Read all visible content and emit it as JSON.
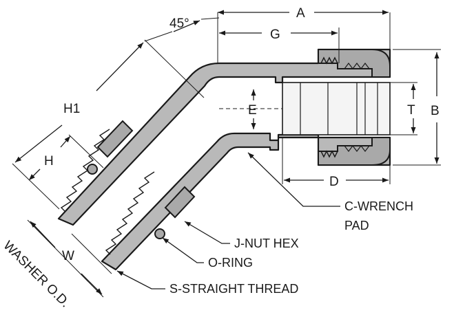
{
  "angle_label": "45°",
  "dimensions": {
    "A": "A",
    "B": "B",
    "D": "D",
    "E": "E",
    "G": "G",
    "T": "T",
    "H": "H",
    "H1": "H1",
    "W": "W"
  },
  "side_label": "WASHER O.D.",
  "callouts": {
    "c_wrench_line1": "C-WRENCH",
    "c_wrench_line2": "PAD",
    "j_nut": "J-NUT HEX",
    "o_ring": "O-RING",
    "s_thread": "S-STRAIGHT THREAD"
  }
}
